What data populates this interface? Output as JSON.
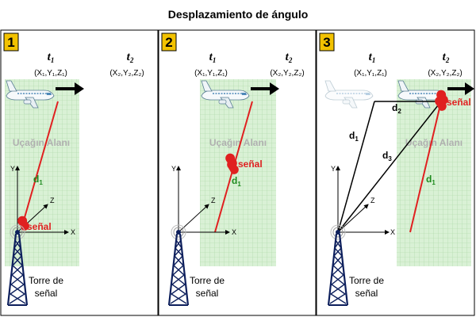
{
  "title": "Desplazamiento de ángulo",
  "t1": "t",
  "t1_sub": "1",
  "t2": "t",
  "t2_sub": "2",
  "coord1": "(X₁,Y₁,Z₁)",
  "coord2": "(X₂,Y₂,Z₂)",
  "zone_label": "Uçağın Alanı",
  "signal_label": "señal",
  "tower_label_line1": "Torre de",
  "tower_label_line2": "señal",
  "axis_x": "X",
  "axis_y": "Y",
  "axis_z": "Z",
  "d1": "d",
  "d1_sub": "1",
  "d2": "d",
  "d2_sub": "2",
  "d3": "d",
  "d3_sub": "3",
  "panels": [
    "1",
    "2",
    "3"
  ],
  "colors": {
    "panel_number_bg": "#f2c200",
    "grid_bg": "#d6f0d2",
    "grid_line": "#a9d6a3",
    "signal_line": "#e02020",
    "d1_label": "#1d8a1d",
    "tower": "#0d1f5c"
  }
}
